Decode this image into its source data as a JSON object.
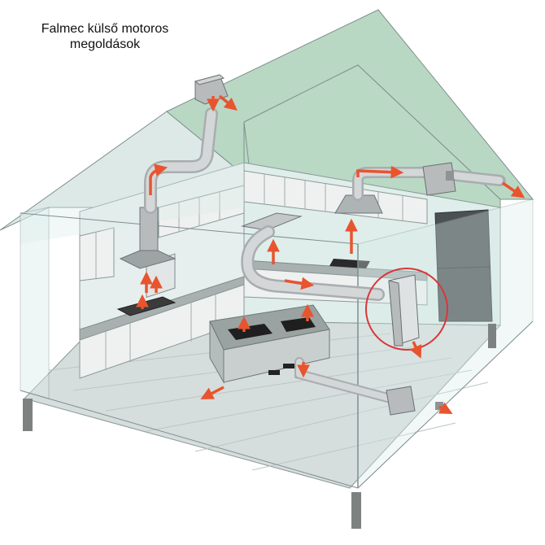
{
  "caption": {
    "line1": "Falmec külső motoros",
    "line2": "megoldások"
  },
  "colors": {
    "roof": "#b9d8c4",
    "glass_wall": "#d9ece9",
    "glass_edge": "#7f8f8d",
    "floor": "#d7dedd",
    "cabinet": "#eef1f0",
    "counter": "#a9b0b0",
    "duct": "#c8cbcc",
    "motor": "#b8bbbc",
    "arrow": "#e8542e",
    "highlight": "#d8373a",
    "fridge": "#4b5053",
    "cooktop": "#2a2a2a"
  },
  "diagram": {
    "description_icons": [
      "roof-motor-unit",
      "wall-motor-unit",
      "inline-motor-unit",
      "floor-motor-unit",
      "chimney-hood",
      "island-hood",
      "ceiling-hood",
      "downdraft-hood",
      "flexible-duct",
      "airflow-arrow"
    ]
  }
}
